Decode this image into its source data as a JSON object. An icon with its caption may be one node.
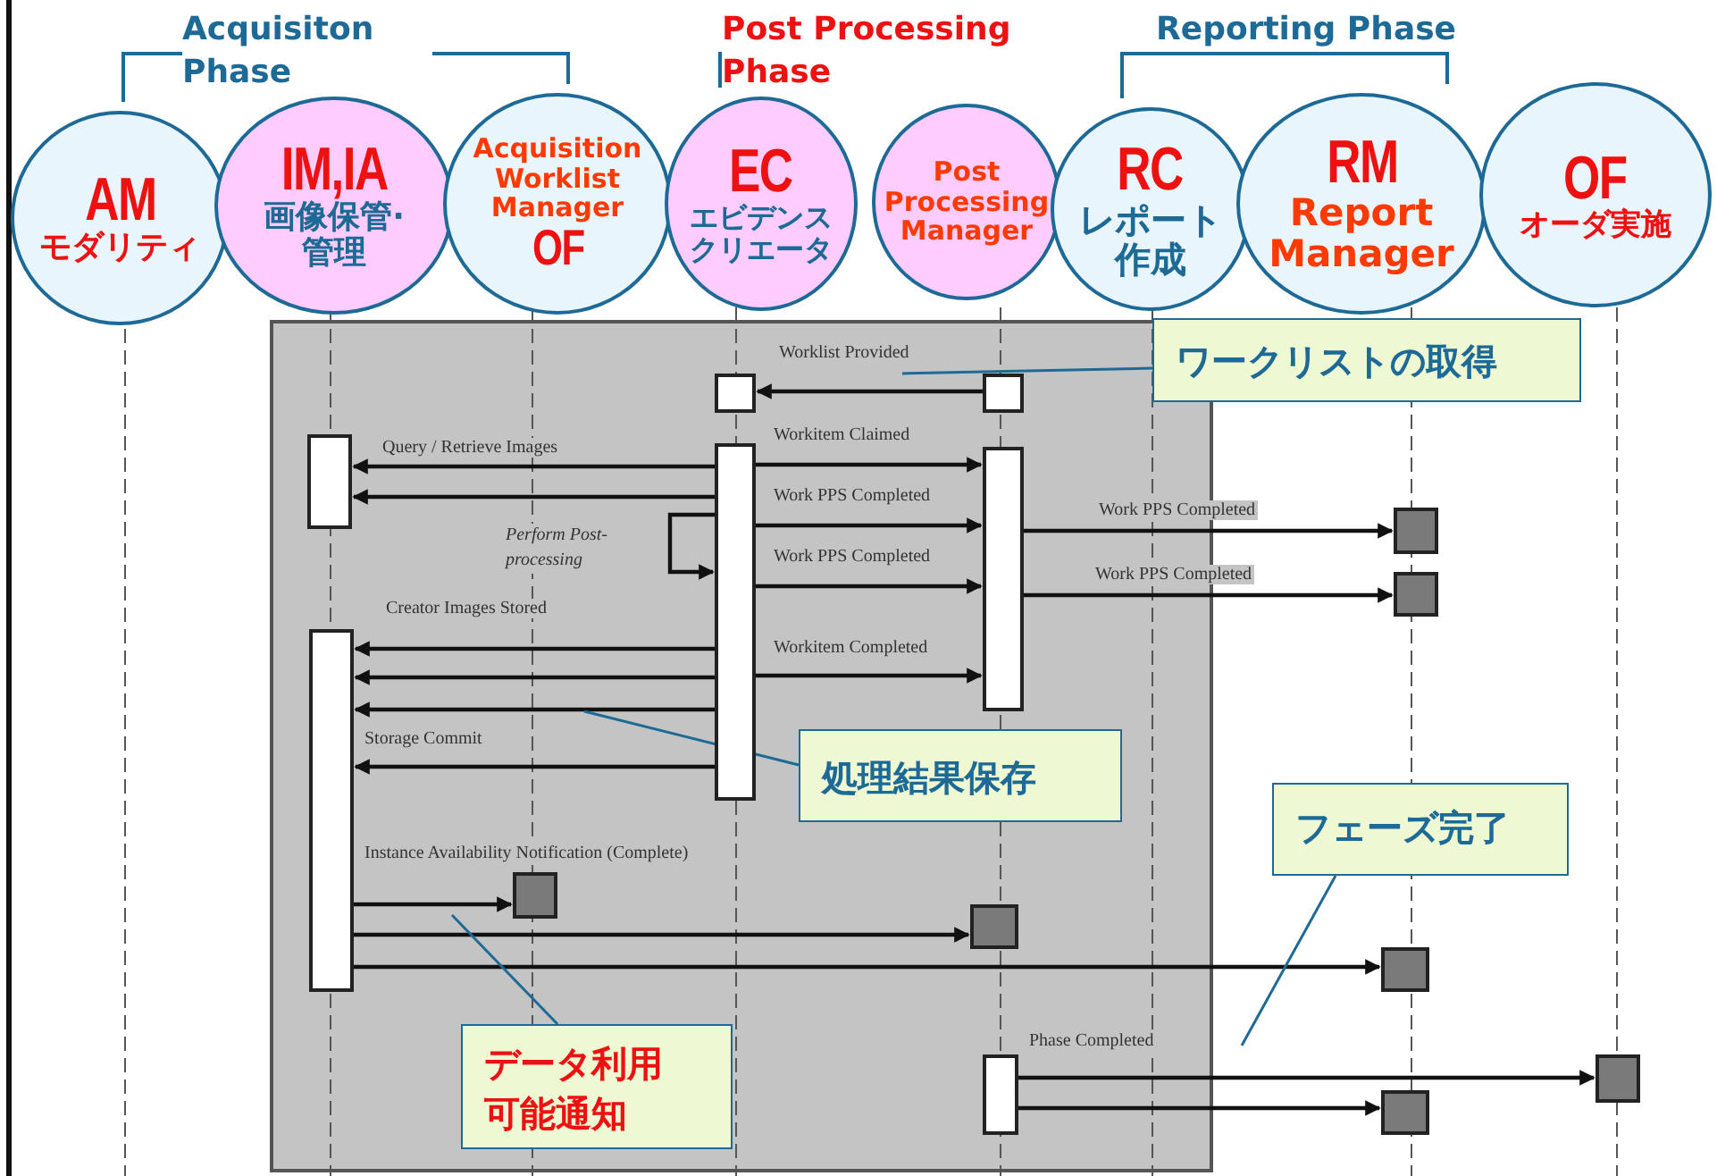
{
  "diagram": {
    "nodes": [
      {
        "text": [
          "AM",
          "モダリティ"
        ]
      },
      {
        "text": [
          "IM,IA",
          "画像保管·管理"
        ]
      },
      {
        "text": [
          "Acquisition Worklist Manager",
          "OF"
        ]
      },
      {
        "text": [
          "EC",
          "エビデンスクリエータ"
        ]
      },
      {
        "text": [
          "Post Processing Manager"
        ]
      },
      {
        "text": [
          "RC",
          "レポート作成"
        ]
      },
      {
        "text": [
          "RM",
          "Report Manager"
        ]
      },
      {
        "text": [
          "OF",
          "オーダ実施"
        ]
      },
      {
        "text": [],
        "shape": "bar"
      },
      {
        "text": [],
        "shape": "bar"
      },
      {
        "text": [],
        "shape": "bar"
      },
      {
        "text": [],
        "shape": "bar"
      },
      {
        "text": [],
        "shape": "bar"
      },
      {
        "text": [],
        "shape": "box"
      },
      {
        "text": [],
        "shape": "box"
      },
      {
        "text": [],
        "shape": "bar"
      },
      {
        "text": [],
        "shape": "box"
      },
      {
        "text": [],
        "shape": "box"
      },
      {
        "text": [],
        "shape": "box"
      },
      {
        "text": [],
        "shape": "bar"
      },
      {
        "text": [],
        "shape": "box"
      },
      {
        "text": [],
        "shape": "box"
      },
      {
        "text": [
          "ワークリストの取得"
        ]
      },
      {
        "text": [
          "処理結果保存"
        ]
      },
      {
        "text": [
          "フェーズ完了"
        ]
      },
      {
        "text": [
          "データ利用可能通知"
        ]
      }
    ],
    "edges": [
      {
        "from": 9,
        "to": 8,
        "arrow": "to",
        "label": "Worklist Provided"
      },
      {
        "from": 11,
        "to": 10,
        "arrow": "to",
        "label": "Query / Retrieve Images"
      },
      {
        "from": 11,
        "to": 10,
        "arrow": "to"
      },
      {
        "from": 11,
        "to": 12,
        "arrow": "to",
        "label": "Workitem Claimed"
      },
      {
        "from": 11,
        "to": 12,
        "arrow": "to",
        "label": "Work PPS Completed"
      },
      {
        "from": 11,
        "to": 11,
        "arrow": "to",
        "label": "Perform Post-processing"
      },
      {
        "from": 11,
        "to": 12,
        "arrow": "to",
        "label": "Work PPS Completed"
      },
      {
        "from": 12,
        "to": 13,
        "arrow": "to",
        "label": "Work PPS Completed"
      },
      {
        "from": 12,
        "to": 14,
        "arrow": "to",
        "label": "Work PPS Completed"
      },
      {
        "from": 11,
        "to": 15,
        "arrow": "to",
        "label": "Creator Images Stored"
      },
      {
        "from": 11,
        "to": 15,
        "arrow": "to"
      },
      {
        "from": 11,
        "to": 15,
        "arrow": "to"
      },
      {
        "from": 11,
        "to": 12,
        "arrow": "to",
        "label": "Workitem Completed"
      },
      {
        "from": 11,
        "to": 15,
        "arrow": "to",
        "label": "Storage Commit"
      },
      {
        "from": 15,
        "to": 16,
        "arrow": "to",
        "label": "Instance Availability Notification (Complete)"
      },
      {
        "from": 15,
        "to": 17,
        "arrow": "to"
      },
      {
        "from": 15,
        "to": 18,
        "arrow": "to"
      },
      {
        "from": 19,
        "to": 20,
        "arrow": "to",
        "label": "Phase Completed"
      },
      {
        "from": 19,
        "to": 21,
        "arrow": "to"
      },
      {
        "from": 22,
        "to": null,
        "arrow": "none",
        "color": "#1e6a96"
      },
      {
        "from": 23,
        "to": null,
        "arrow": "none",
        "color": "#1e6a96"
      },
      {
        "from": 24,
        "to": null,
        "arrow": "none",
        "color": "#1e6a96"
      },
      {
        "from": 25,
        "to": null,
        "arrow": "none",
        "color": "#1e6a96"
      }
    ],
    "labels": [
      "Acquisiton Phase",
      "Post Processing Phase",
      "Reporting Phase"
    ]
  }
}
